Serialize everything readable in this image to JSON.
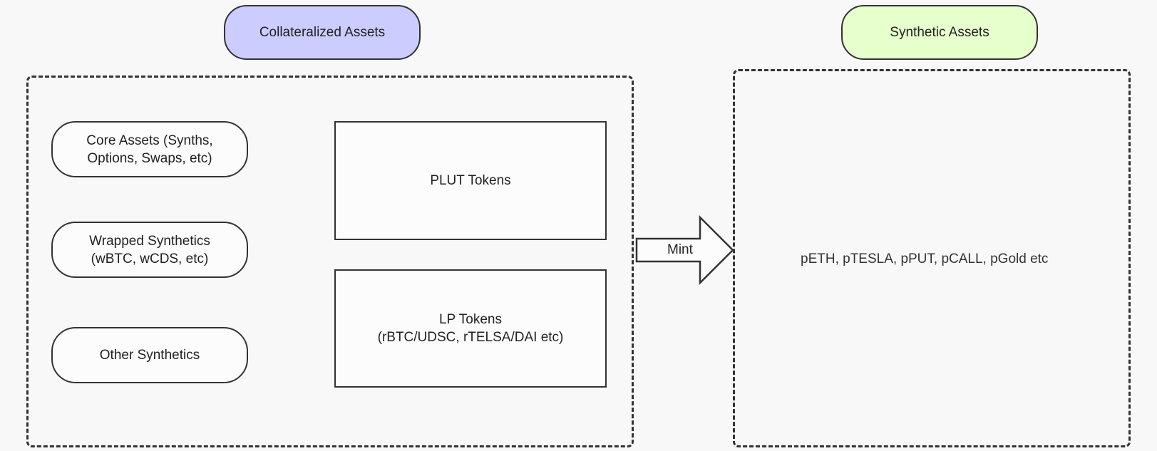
{
  "headers": {
    "collateral": {
      "label": "Collateralized Assets",
      "color": "#ccccff"
    },
    "synthetic": {
      "label": "Synthetic Assets",
      "color": "#e6ffcc"
    }
  },
  "collateral_group": {
    "pills": [
      {
        "line1": "Core Assets (Synths,",
        "line2": "Options, Swaps, etc)"
      },
      {
        "line1": "Wrapped Synthetics",
        "line2": "(wBTC, wCDS, etc)"
      },
      {
        "line1": "Other Synthetics",
        "line2": ""
      }
    ],
    "boxes": [
      {
        "line1": "PLUT Tokens",
        "line2": ""
      },
      {
        "line1": "LP Tokens",
        "line2": "(rBTC/UDSC, rTELSA/DAI etc)"
      }
    ]
  },
  "arrow": {
    "label": "Mint"
  },
  "synthetic_group": {
    "text": "pETH, pTESLA, pPUT, pCALL, pGold etc"
  }
}
